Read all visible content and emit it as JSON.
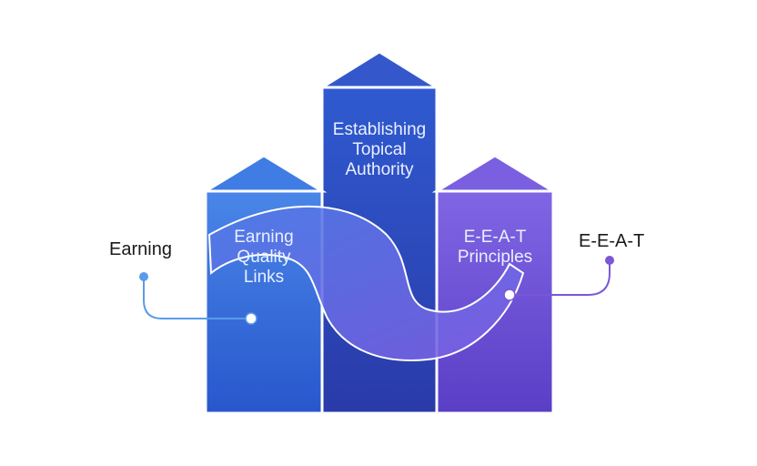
{
  "pillars": {
    "left": {
      "lines": [
        "Earning",
        "Quality",
        "Links"
      ]
    },
    "center": {
      "lines": [
        "Establishing",
        "Topical",
        "Authority"
      ]
    },
    "right": {
      "lines": [
        "E-E-A-T",
        "Principles"
      ]
    }
  },
  "callouts": {
    "left": "Earning",
    "right": "E-E-A-T"
  },
  "colors": {
    "left_top": "#3f78e0",
    "left_bottom": "#2a5bd0",
    "center_top": "#2f55c8",
    "center_bottom": "#2b3fb0",
    "right_top": "#7a5ee0",
    "right_bottom": "#5a3fc8",
    "ribbon": "#6a63e0",
    "connector_left": "#5a9be8",
    "connector_right": "#7b57d6"
  }
}
